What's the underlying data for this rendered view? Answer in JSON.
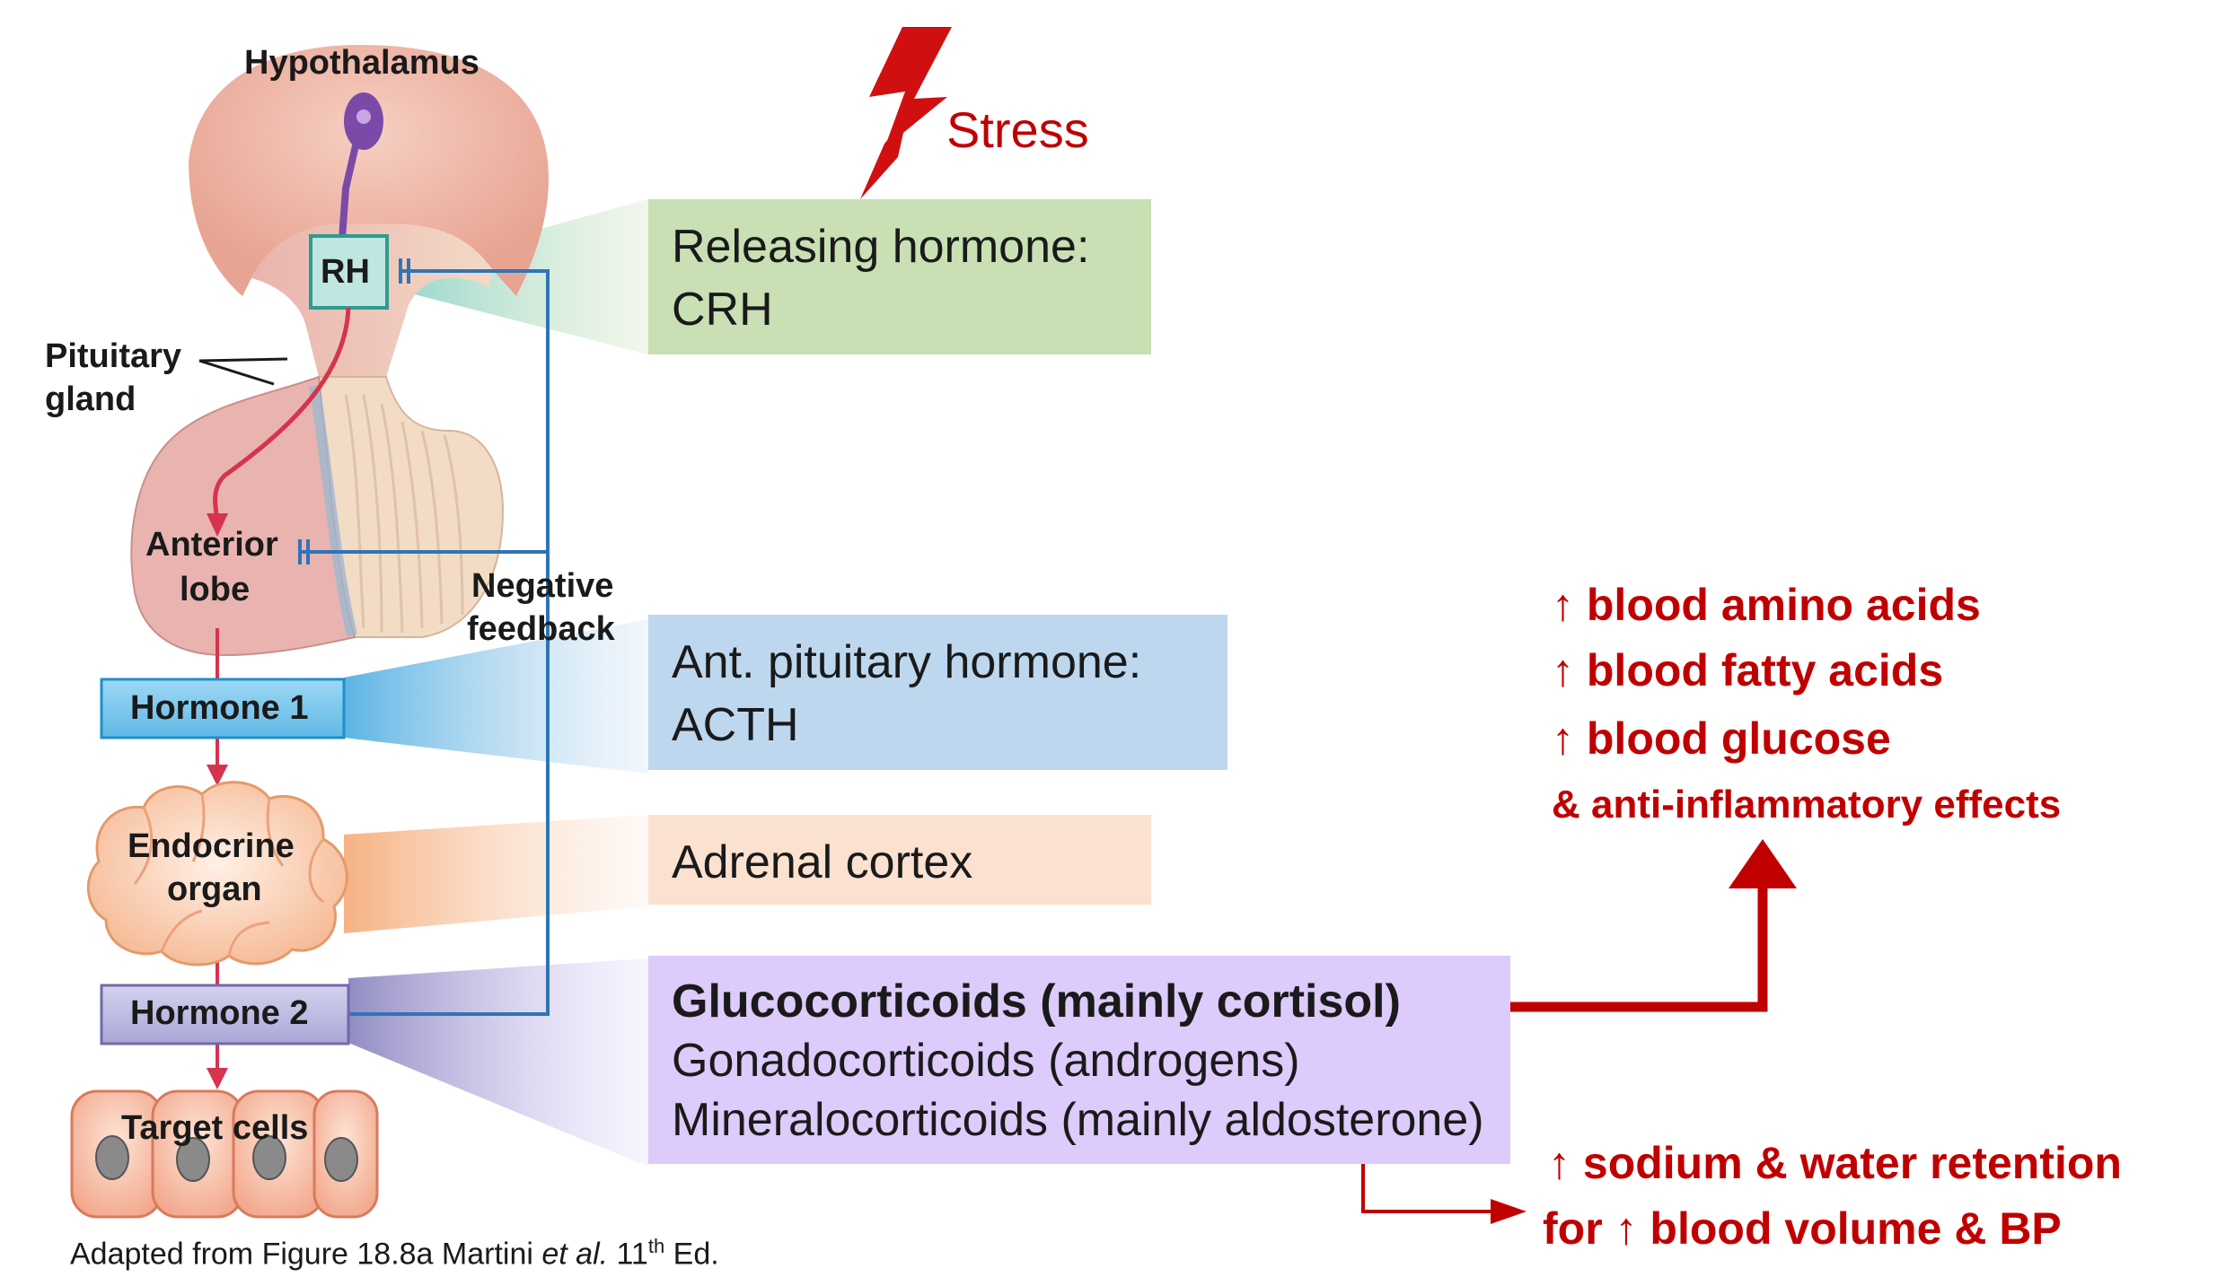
{
  "stress_label": "Stress",
  "illustration": {
    "hypothalamus": "Hypothalamus",
    "rh": "RH",
    "pituitary_line1": "Pituitary",
    "pituitary_line2": "gland",
    "anterior_line1": "Anterior",
    "anterior_line2": "lobe",
    "negative_line1": "Negative",
    "negative_line2": "feedback",
    "hormone1": "Hormone 1",
    "endocrine_line1": "Endocrine",
    "endocrine_line2": "organ",
    "hormone2": "Hormone 2",
    "target_cells": "Target cells"
  },
  "boxes": {
    "releasing": {
      "line1": "Releasing hormone:",
      "line2": "CRH",
      "color": "#c8e0b4"
    },
    "ant_pituitary": {
      "line1": "Ant. pituitary hormone:",
      "line2": "ACTH",
      "color": "#bdd7ee"
    },
    "adrenal": {
      "line1": "Adrenal cortex",
      "color": "#fbe1cf"
    },
    "corticoids": {
      "line1": "Glucocorticoids (mainly cortisol)",
      "line2": "Gonadocorticoids (androgens)",
      "line3": "Mineralocorticoids (mainly aldosterone)",
      "color": "#dccbfb"
    }
  },
  "effects": {
    "glucocorticoid": [
      "↑ blood amino acids",
      "↑ blood fatty acids",
      "↑ blood glucose",
      "& anti-inflammatory effects"
    ],
    "mineralocorticoid": [
      "↑ sodium & water retention",
      "for ↑ blood volume & BP"
    ]
  },
  "caption": {
    "prefix": "Adapted from Figure 18.8a Martini ",
    "italic": "et al.",
    "number": " 11",
    "sup": "th",
    "suffix": " Ed."
  },
  "colors": {
    "accent_red": "#c00000",
    "feedback_blue": "#2e75b6"
  }
}
